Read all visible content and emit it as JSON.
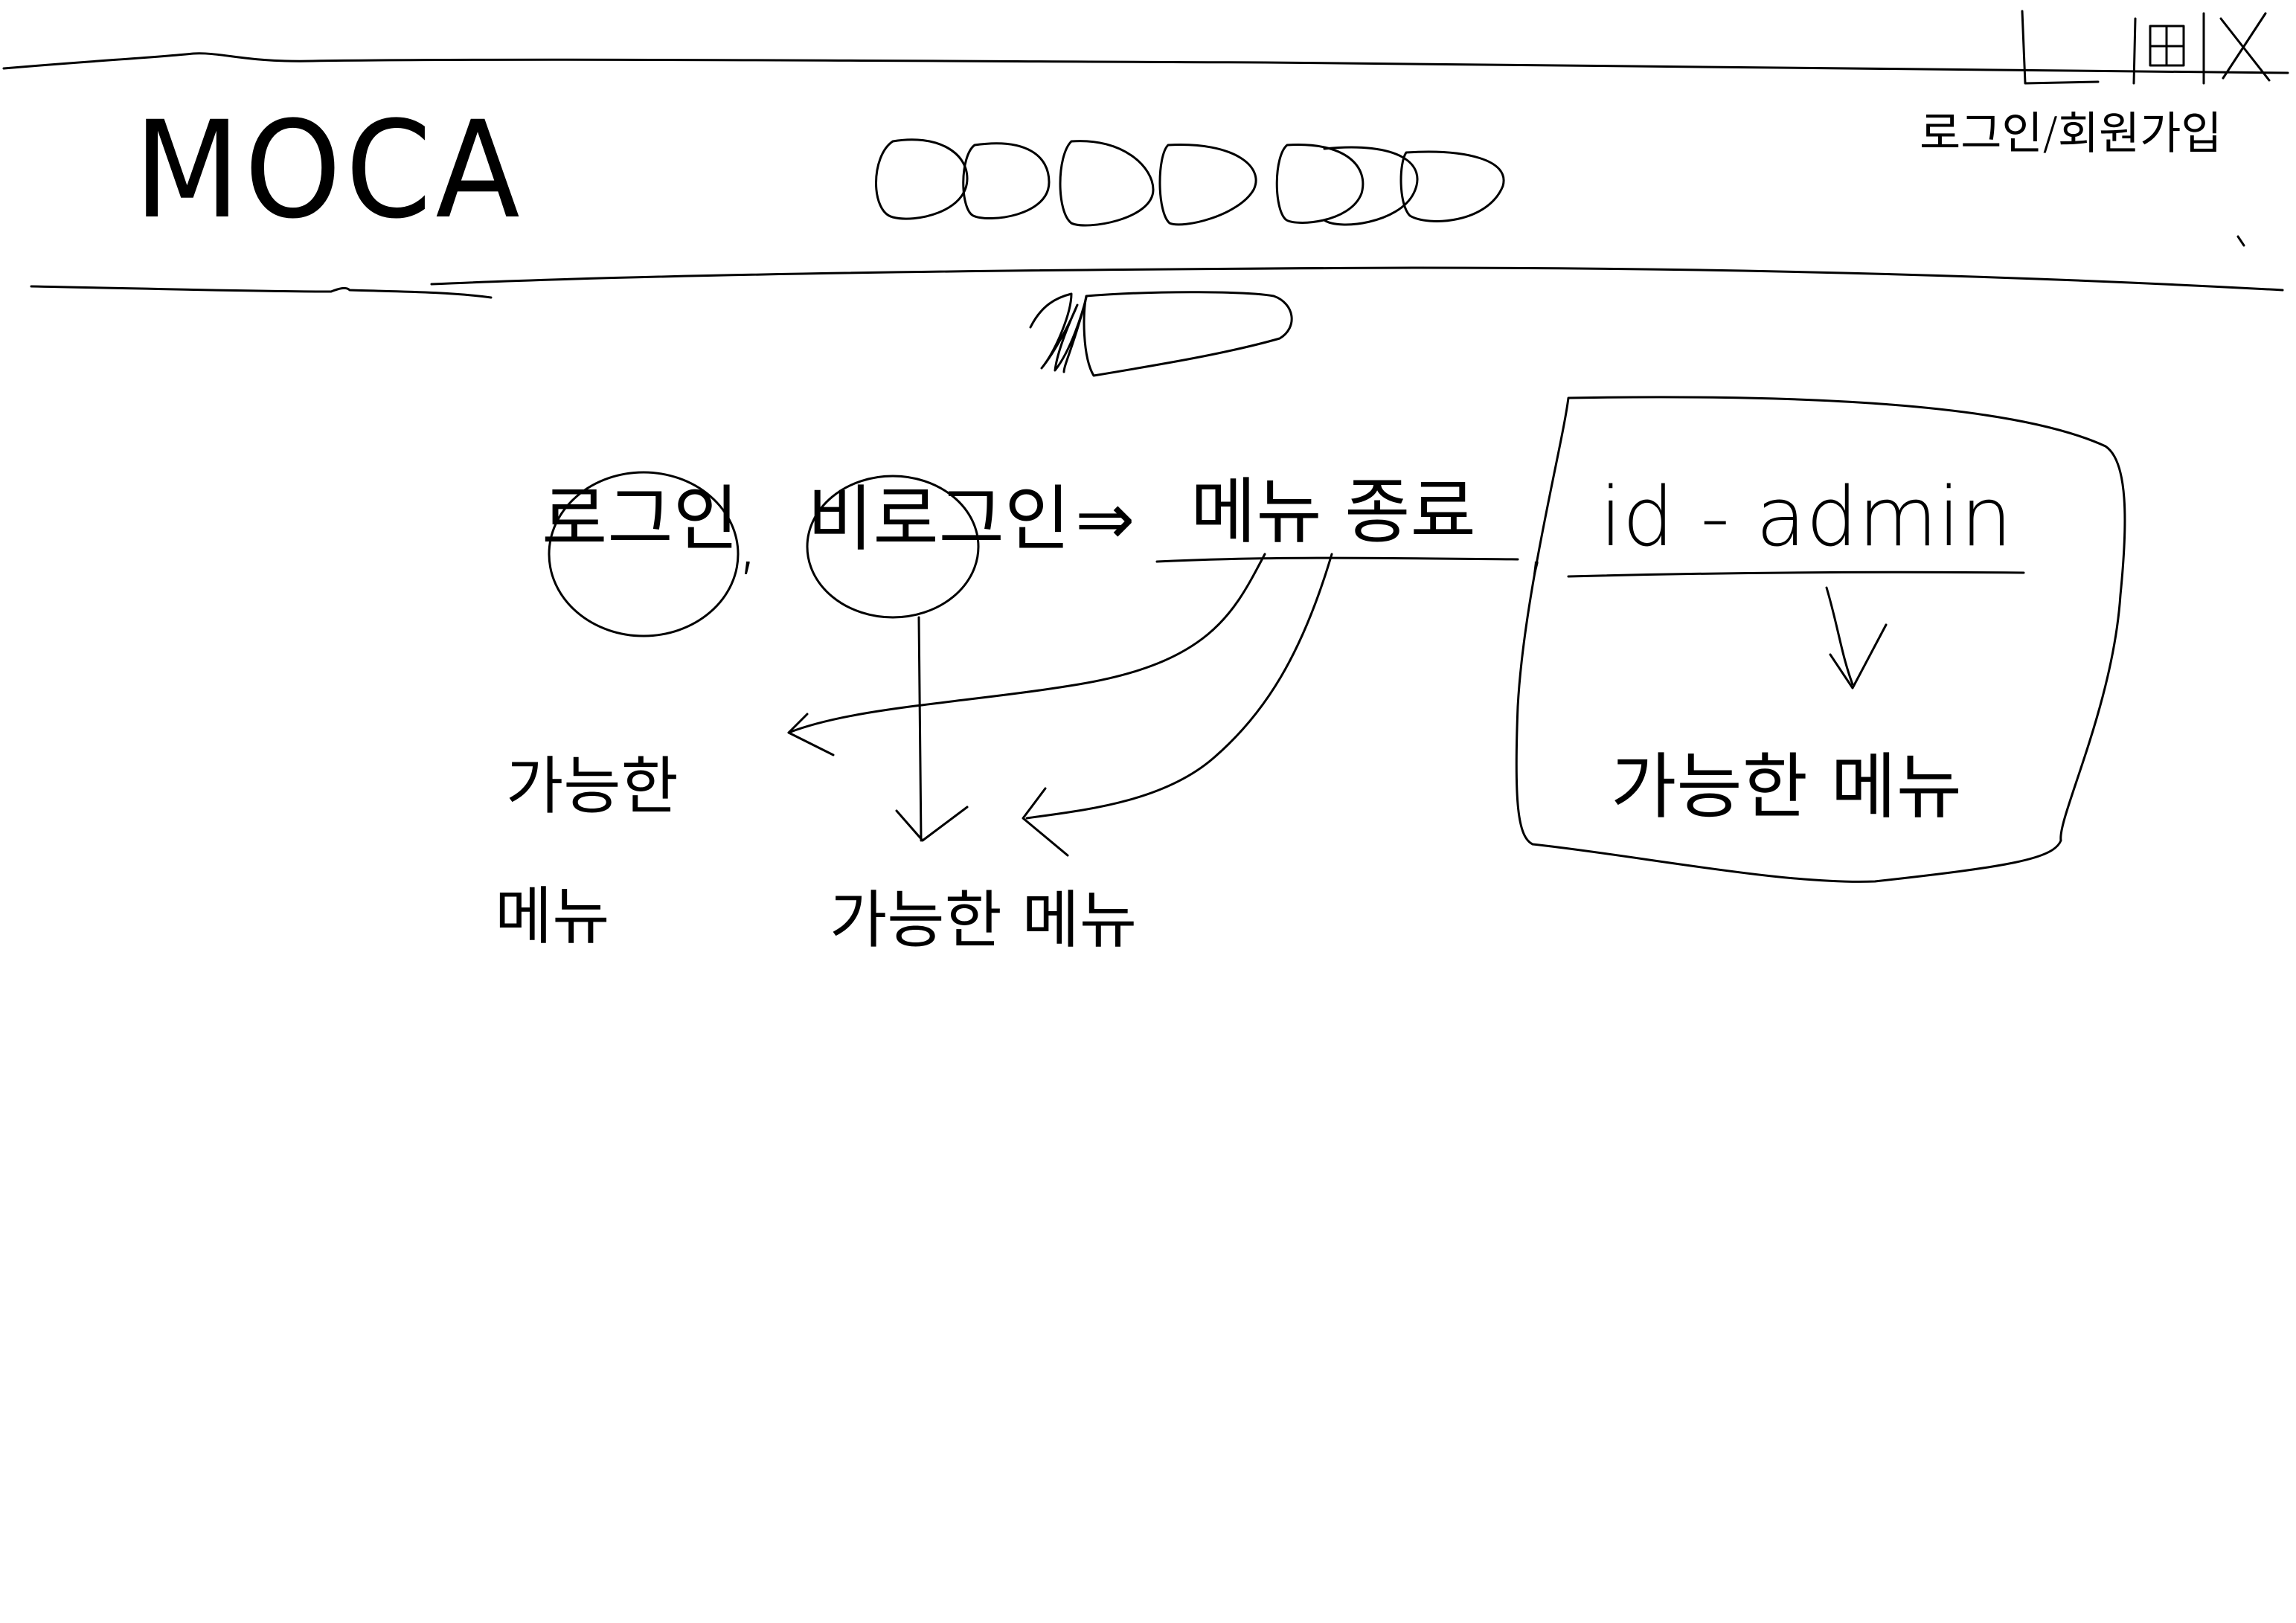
{
  "app": {
    "logo": "MOCA"
  },
  "window_controls": {
    "minimize_label": "_",
    "maximize_label": "□",
    "close_label": "X"
  },
  "header": {
    "nav_items": [
      "",
      "",
      "",
      "",
      "",
      "",
      ""
    ],
    "user_info": "로그인/회원가입"
  },
  "diagram": {
    "condition_1": "로그인",
    "condition_2": "비로그인",
    "separator": ",",
    "arrow": "⇒",
    "condition_3": "메뉴 종료",
    "admin_id": "id - admin",
    "result_1_line1": "가능한",
    "result_1_line2": "메뉴",
    "result_2": "가능한 메뉴",
    "result_3": "가능한 메뉴"
  },
  "colors": {
    "ink": "#000000",
    "paper": "#ffffff"
  }
}
